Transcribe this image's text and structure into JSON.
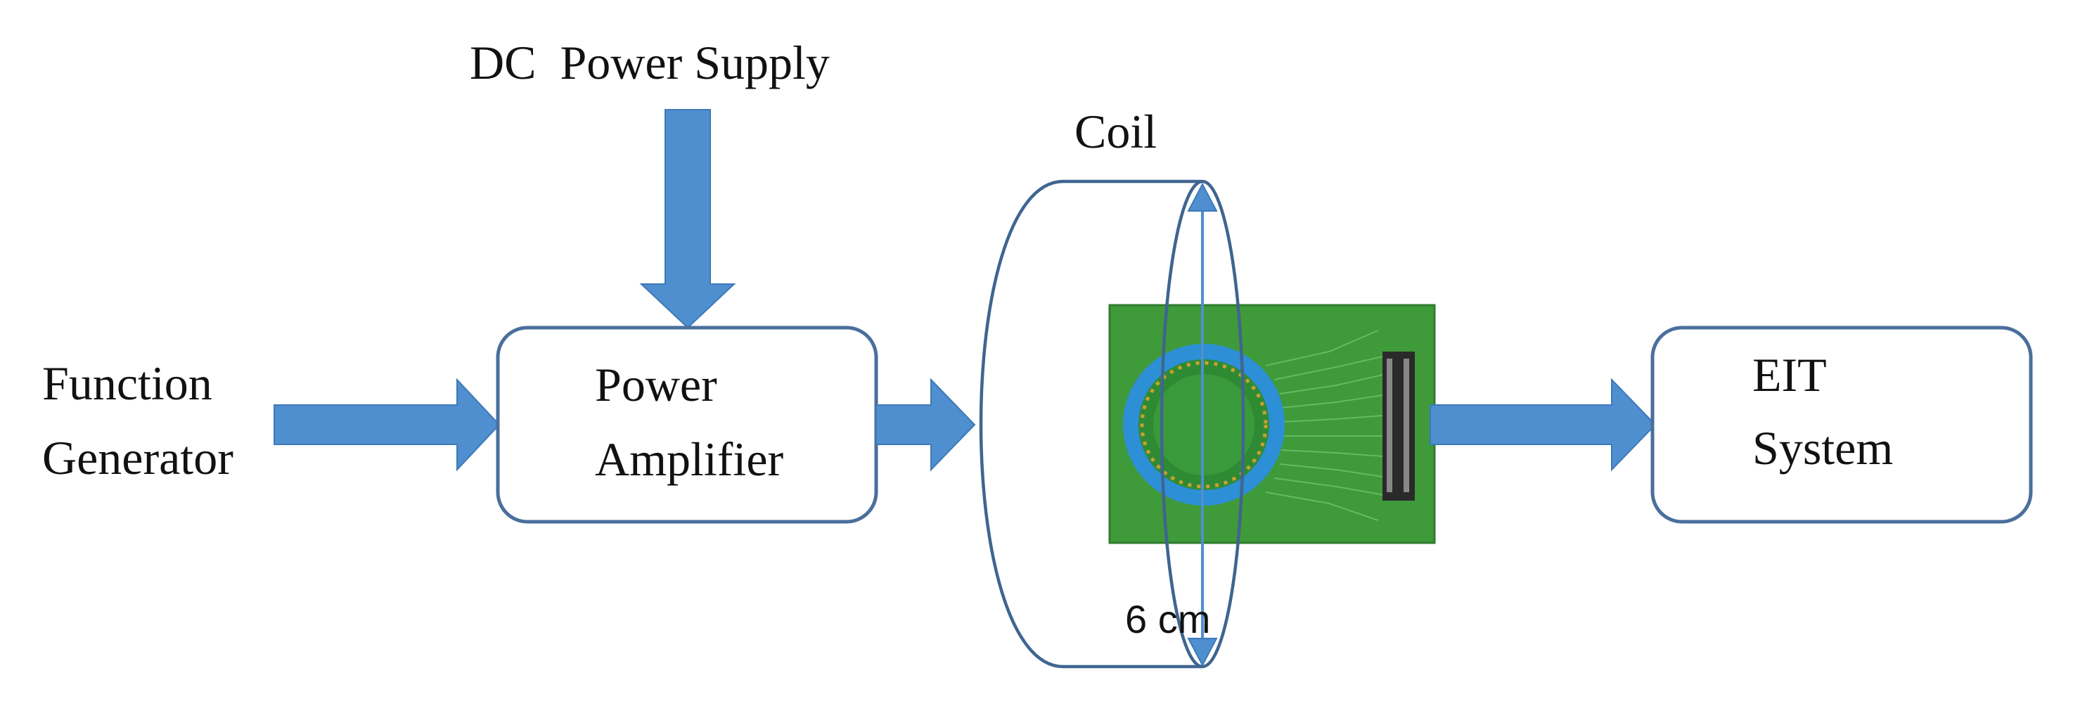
{
  "labels": {
    "dc_power_supply": "DC  Power Supply",
    "coil": "Coil",
    "function_generator_line1": "Function",
    "function_generator_line2": "Generator",
    "power_amplifier_line1": "Power",
    "power_amplifier_line2": "Amplifier",
    "eit_system_line1": "EIT",
    "eit_system_line2": "System",
    "coil_diameter": "6 cm"
  },
  "colors": {
    "arrow_fill": "#4f8fcf",
    "arrow_stroke": "#3d7ab8",
    "box_stroke": "#4a6f9c",
    "coil_stroke": "#3f6590",
    "pcb_green": "#3f9a3a",
    "pcb_dark": "#2f7d2c",
    "sensor_ring": "#2d8fd6",
    "connector": "#2a2a2a"
  }
}
